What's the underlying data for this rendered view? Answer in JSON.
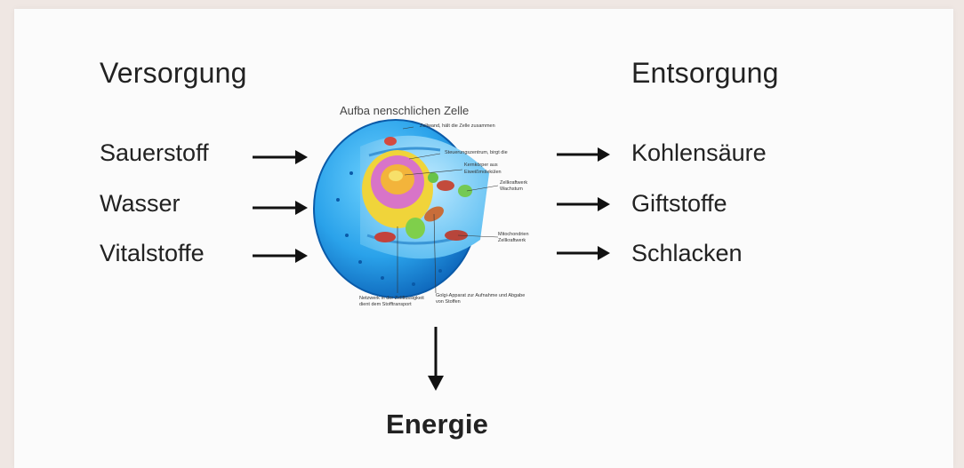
{
  "headings": {
    "supply": "Versorgung",
    "disposal": "Entsorgung",
    "energy": "Energie"
  },
  "inputs": [
    "Sauerstoff",
    "Wasser",
    "Vitalstoffe"
  ],
  "outputs": [
    "Kohlensäure",
    "Giftstoffe",
    "Schlacken"
  ],
  "cell": {
    "title": "Aufba     nenschlichen Zelle",
    "labels": {
      "l1": "Zellwand, hält die Zelle zusammen",
      "l2": "Steuerungszentrum, birgt die",
      "l3": "Kernkörper aus",
      "l4": "Eiweißmolekülen",
      "l5": "Zellkraftwerk",
      "l6": "Wachstum",
      "l7": "Mitochondrien",
      "l8": "Zellkraftwerk",
      "l9": "Netzwerk in der Zellflüssigkeit",
      "l10": "dient dem Stofftransport",
      "l11": "Golgi-Apparat zur Aufnahme und Abgabe",
      "l12": "von Stoffen"
    }
  }
}
